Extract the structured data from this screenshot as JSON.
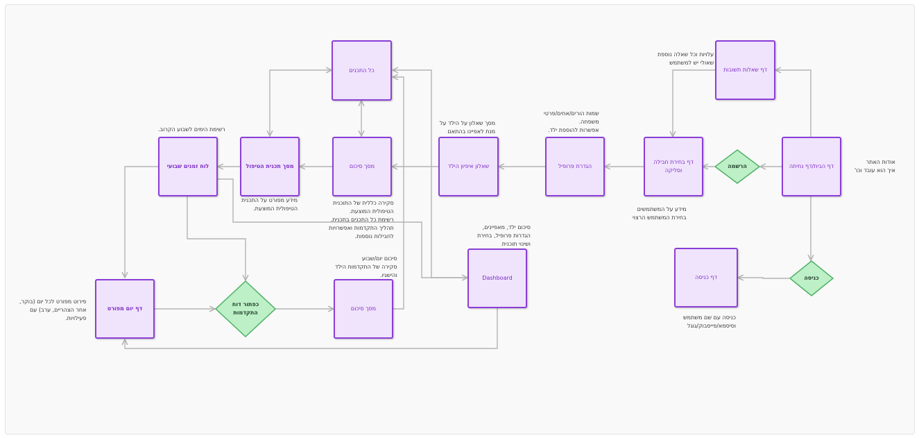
{
  "colors": {
    "screen_fill": "#f0e3fc",
    "screen_border": "#8a3ed6",
    "screen_text": "#7a2bc4",
    "decision_fill": "#bdf0c6",
    "decision_border": "#4fb066",
    "connector": "#b4b4b4"
  },
  "screens": {
    "home": "דף הבית/דף נחיתה",
    "faq": "דף שאלות תשובות",
    "package": "דף בחירת חבילה וסליקה",
    "profile": "הגדרת פרופיל",
    "questionnaire": "שאלון איפיון הילד",
    "summary_main": "מסך סיכום",
    "all_programs": "כל התכנים",
    "treatment_plan": "מסך תכנית הטיפול",
    "weekly_schedule": "לוח זמנים שבועי",
    "daily_detail": "דף יום מפורט",
    "summary_progress": "מסך סיכום",
    "dashboard": "Dashboard",
    "login_page": "דף כניסה"
  },
  "decisions": {
    "register": "הרשמה",
    "login": "כניסה",
    "progress_report": "כפתור דוח התקדמות"
  },
  "notes": {
    "home": [
      "אודות האתר",
      "איך הוא עובד וכו'"
    ],
    "faq": [
      "עלויות וכל שאלה נוספת",
      "שאולי יש למשתמש"
    ],
    "profile": [
      "שמות הורים/אחים/פרטי",
      "משפחה.",
      "אפשרות להוספת ילד."
    ],
    "questionnaire": [
      "מסך שאלון על הילד על",
      "מנת לאפיינו בהתאם"
    ],
    "package": [
      "מידע על המשתמשים",
      "בחירת המשתמש הרצוי"
    ],
    "summary_main": [
      "סקירה כללית של התוכנית",
      "הטיפולית המוצעת.",
      "רשימת כל התכנים בתכנית.",
      "תהליך התקדמות ואפשרויות",
      "לחבילות נוספות."
    ],
    "treatment_plan": [
      "מידע מפורט על התכנית",
      "הטיפולית המוצעת."
    ],
    "weekly_schedule": [
      "רשימת הימים לשבוע הקרוב."
    ],
    "dashboard": [
      "סיכום ילד, מאפיינים,",
      "הגדרות פרופיל, בחירת",
      "ושינוי תוכנית"
    ],
    "summary_progress": [
      "סיכום יום/שבוע",
      "סקירה של התקדמות הילד",
      "והישגיו."
    ],
    "daily_detail": [
      "פירוט מפורט לכל יום (בוקר,",
      "אחר הצהריים, ערב) עם",
      "פעילויות."
    ],
    "login_page": [
      "כניסה עם שם משתמש",
      "וסיסמא/פייסבוק/גוגל"
    ]
  }
}
